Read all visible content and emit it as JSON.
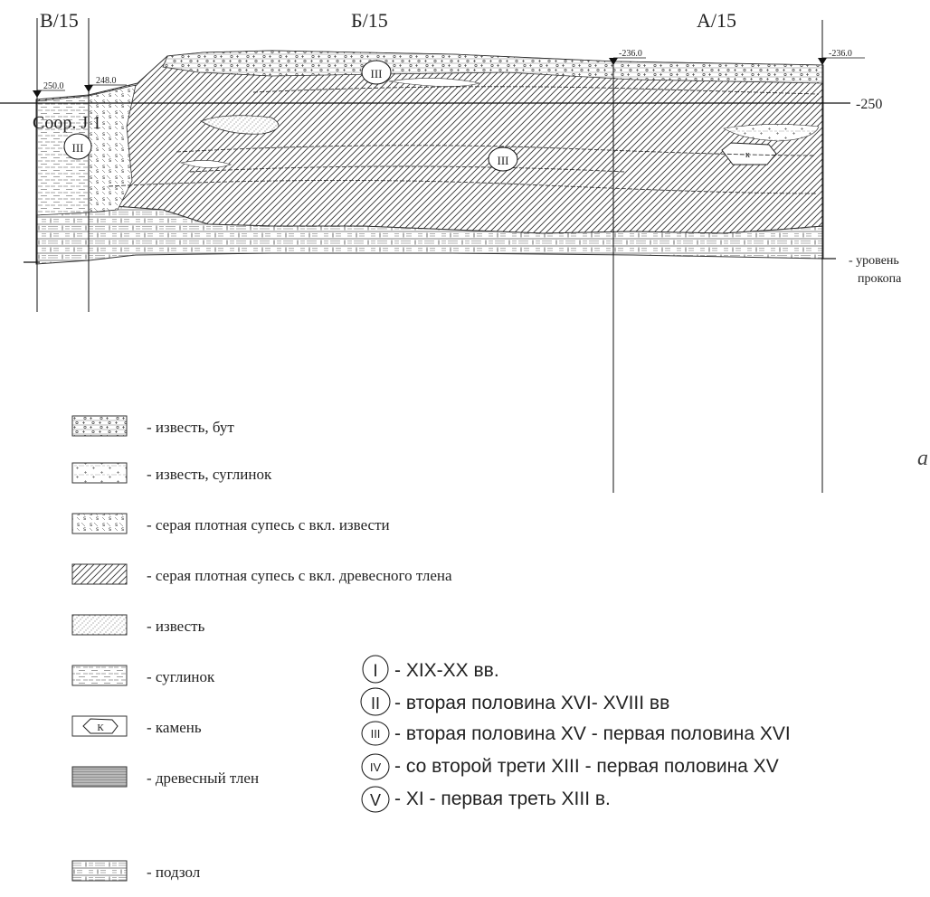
{
  "section": {
    "column_labels": [
      "В/15",
      "Б/15",
      "А/15"
    ],
    "benchmarks": [
      "250.0",
      "248.0",
      "-236.0",
      "-236.0"
    ],
    "level_label": "-250",
    "structure_label": "Соор. Ј 1",
    "feature_label": "к",
    "layer_markers": [
      "III",
      "III",
      "III"
    ],
    "dig_level_label": [
      "- уровень",
      "прокопа"
    ],
    "edge_letter": "а"
  },
  "legend": {
    "items": [
      {
        "pattern": "lime-rubble-pattern",
        "label": "- известь, бут"
      },
      {
        "pattern": "lime-loam-pattern",
        "label": "- известь, суглинок"
      },
      {
        "pattern": "sandy-loam-lime-pattern",
        "label": "- серая плотная супесь с вкл. извести"
      },
      {
        "pattern": "sandy-loam-wood-pattern",
        "label": "- серая плотная супесь с вкл. древесного тлена"
      },
      {
        "pattern": "lime-pattern",
        "label": "- известь"
      },
      {
        "pattern": "loam-pattern",
        "label": "- суглинок"
      },
      {
        "pattern": "stone-pattern",
        "label": "- камень"
      },
      {
        "pattern": "wood-decay-pattern",
        "label": "- древесный тлен"
      },
      {
        "pattern": "podzol-pattern",
        "label": "- подзол"
      }
    ],
    "stone_symbol": "К"
  },
  "periods": [
    {
      "numeral": "I",
      "text": "- XIX-XX вв."
    },
    {
      "numeral": "II",
      "text": "- вторая половина XVI- XVIII вв"
    },
    {
      "numeral": "III",
      "text": "- вторая половина XV - первая половина XVI"
    },
    {
      "numeral": "IV",
      "text": "- со второй трети XIII - первая половина XV"
    },
    {
      "numeral": "V",
      "text": "- XI - первая треть XIII в."
    }
  ]
}
